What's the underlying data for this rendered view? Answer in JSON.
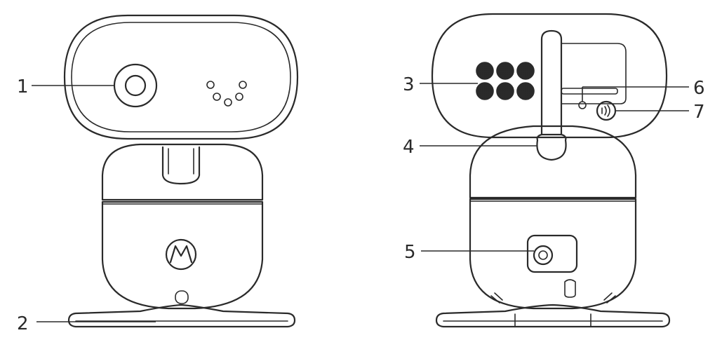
{
  "callouts": [
    {
      "id": "1",
      "label": "1"
    },
    {
      "id": "2",
      "label": "2"
    },
    {
      "id": "3",
      "label": "3"
    },
    {
      "id": "4",
      "label": "4"
    },
    {
      "id": "5",
      "label": "5"
    },
    {
      "id": "6",
      "label": "6"
    },
    {
      "id": "7",
      "label": "7"
    }
  ],
  "logo": {
    "name": "motorola-logo-icon",
    "letter": "M"
  },
  "colors": {
    "line": "#2a2a2a",
    "background": "#ffffff"
  }
}
